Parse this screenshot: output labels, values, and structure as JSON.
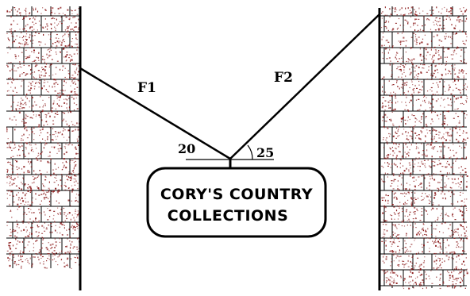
{
  "sign": {
    "line1": "CORY'S COUNTRY",
    "line2": "COLLECTIONS"
  },
  "forces": {
    "left": "F1",
    "right": "F2"
  },
  "angles": {
    "left": "20",
    "right": "25"
  },
  "colors": {
    "ink": "#000000",
    "brick_speckle": "#8b1a1a",
    "background": "#ffffff"
  }
}
